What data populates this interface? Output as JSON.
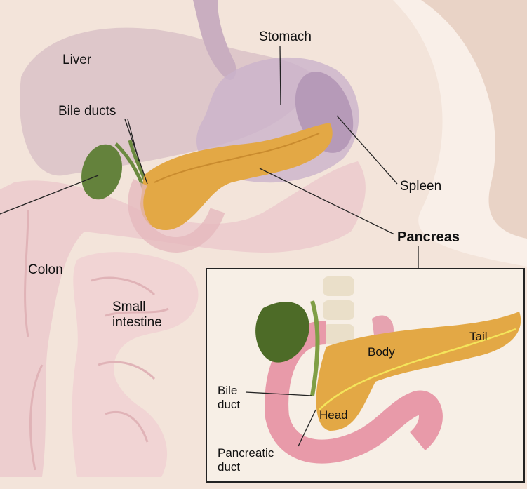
{
  "labels": {
    "liver": "Liver",
    "stomach": "Stomach",
    "bile_ducts": "Bile ducts",
    "spleen": "Spleen",
    "pancreas": "Pancreas",
    "colon": "Colon",
    "small_intestine": "Small intestine"
  },
  "inset": {
    "body": "Body",
    "tail": "Tail",
    "head": "Head",
    "bile_duct": "Bile duct",
    "pancreatic_duct": "Pancreatic duct"
  },
  "colors": {
    "skin": "#f1e1d6",
    "pancreas": "#e3a845",
    "gallbladder": "#5f7a3a",
    "intestine": "#e9c3c6",
    "stomach": "#c8b0c8",
    "inset_border": "#222222"
  }
}
